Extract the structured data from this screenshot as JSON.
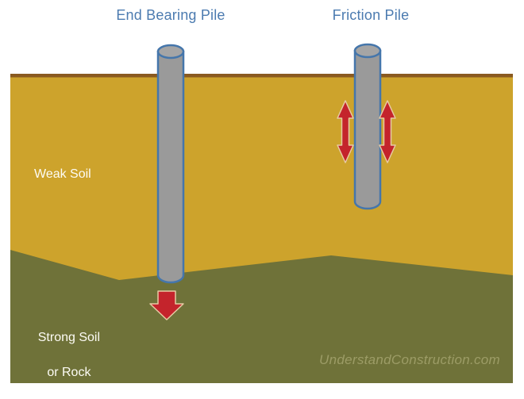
{
  "diagram": {
    "titles": {
      "left": "End Bearing Pile",
      "right": "Friction Pile"
    },
    "labels": {
      "weak_soil": "Weak Soil",
      "strong_soil_line1": "Strong Soil",
      "strong_soil_line2": "or Rock"
    },
    "watermark": "UnderstandConstruction.com"
  },
  "colors": {
    "gold": "#CDA32C",
    "olive": "#6F7239",
    "ground_line": "#8A5A20",
    "title_blue": "#4C7BB0",
    "label_white": "#FDFCF5",
    "watermark": "#9C9C66",
    "pile_gray": "#9A9A9A",
    "pile_cap": "#A5A5A5",
    "pile_stroke": "#4576AB",
    "arrow_red": "#C4242C",
    "arrow_outline": "#E6CBA3"
  }
}
